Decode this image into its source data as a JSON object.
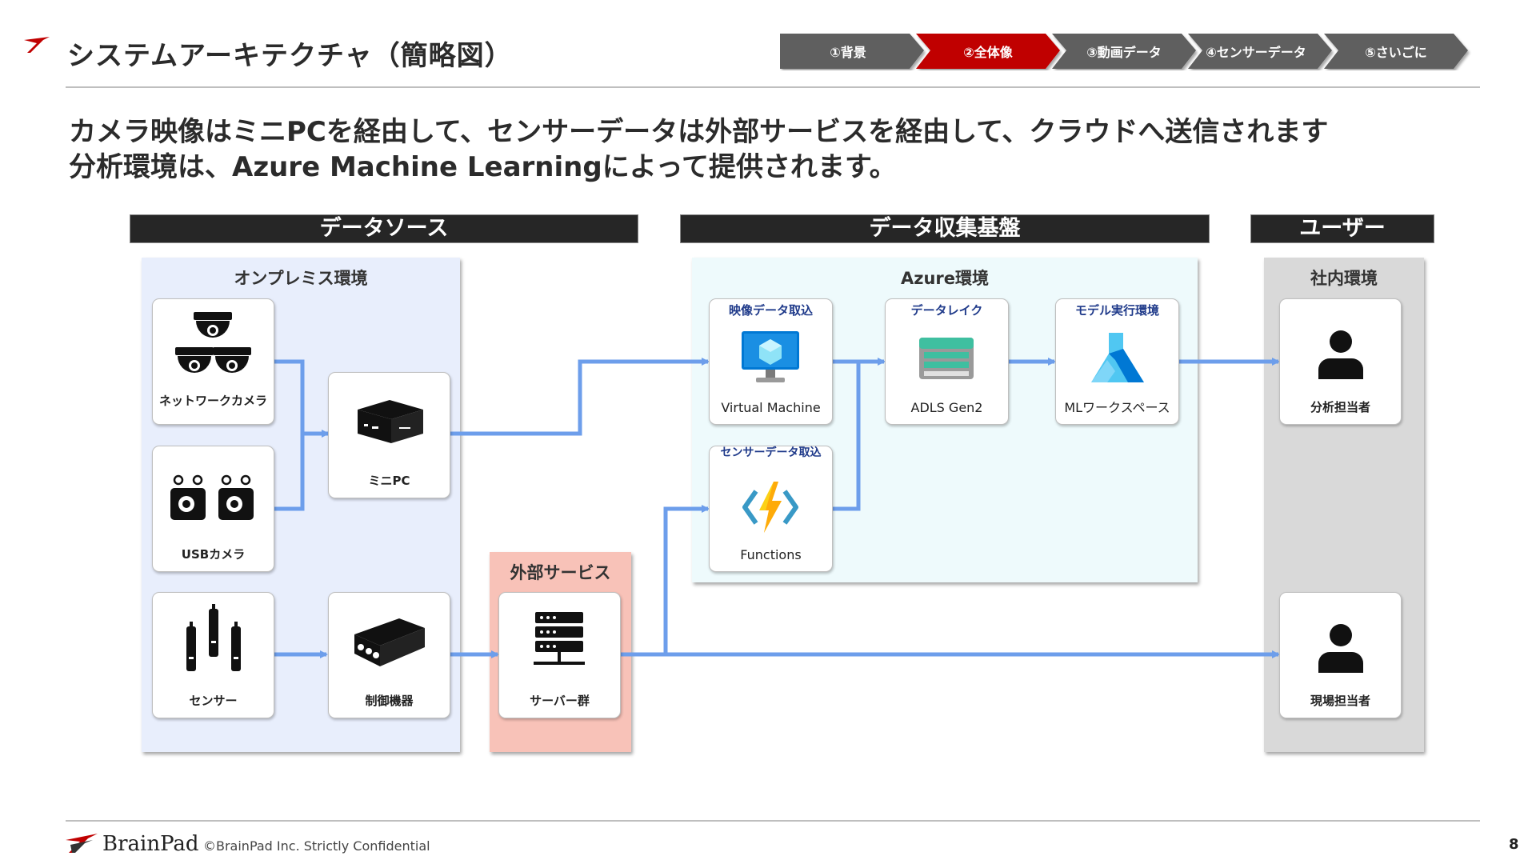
{
  "header": {
    "title": "システムアーキテクチャ（簡略図）",
    "steps": [
      {
        "label": "①背景",
        "active": false
      },
      {
        "label": "②全体像",
        "active": true
      },
      {
        "label": "③動画データ",
        "active": false
      },
      {
        "label": "④センサーデータ",
        "active": false
      },
      {
        "label": "⑤さいごに",
        "active": false
      }
    ]
  },
  "subtitle": {
    "line1": "カメラ映像はミニPCを経由して、センサーデータは外部サービスを経由して、クラウドへ送信されます",
    "line2": "分析環境は、Azure Machine Learningによって提供されます。"
  },
  "bands": {
    "data_source": "データソース",
    "data_platform": "データ収集基盤",
    "user": "ユーザー"
  },
  "regions": {
    "onprem": "オンプレミス環境",
    "external": "外部サービス",
    "azure": "Azure環境",
    "internal": "社内環境"
  },
  "nodes": {
    "network_camera": "ネットワークカメラ",
    "usb_camera": "USBカメラ",
    "sensor": "センサー",
    "mini_pc": "ミニPC",
    "controller": "制御機器",
    "servers": "サーバー群",
    "vm_head": "映像データ取込",
    "vm": "Virtual Machine",
    "func_head": "センサーデータ取込",
    "func": "Functions",
    "adls_head": "データレイク",
    "adls": "ADLS Gen2",
    "ml_head": "モデル実行環境",
    "ml": "MLワークスペース",
    "analyst": "分析担当者",
    "field": "現場担当者"
  },
  "colors": {
    "accent_red": "#c00000",
    "arrow_blue": "#6d9eeb",
    "onprem_bg": "#e8eefc",
    "external_bg": "#f8c2b8",
    "azure_bg": "#eefafc",
    "internal_bg": "#d9d9d9"
  },
  "footer": {
    "brand": "BrainPad",
    "copyright": "©BrainPad Inc.  Strictly Confidential",
    "page": "8"
  }
}
